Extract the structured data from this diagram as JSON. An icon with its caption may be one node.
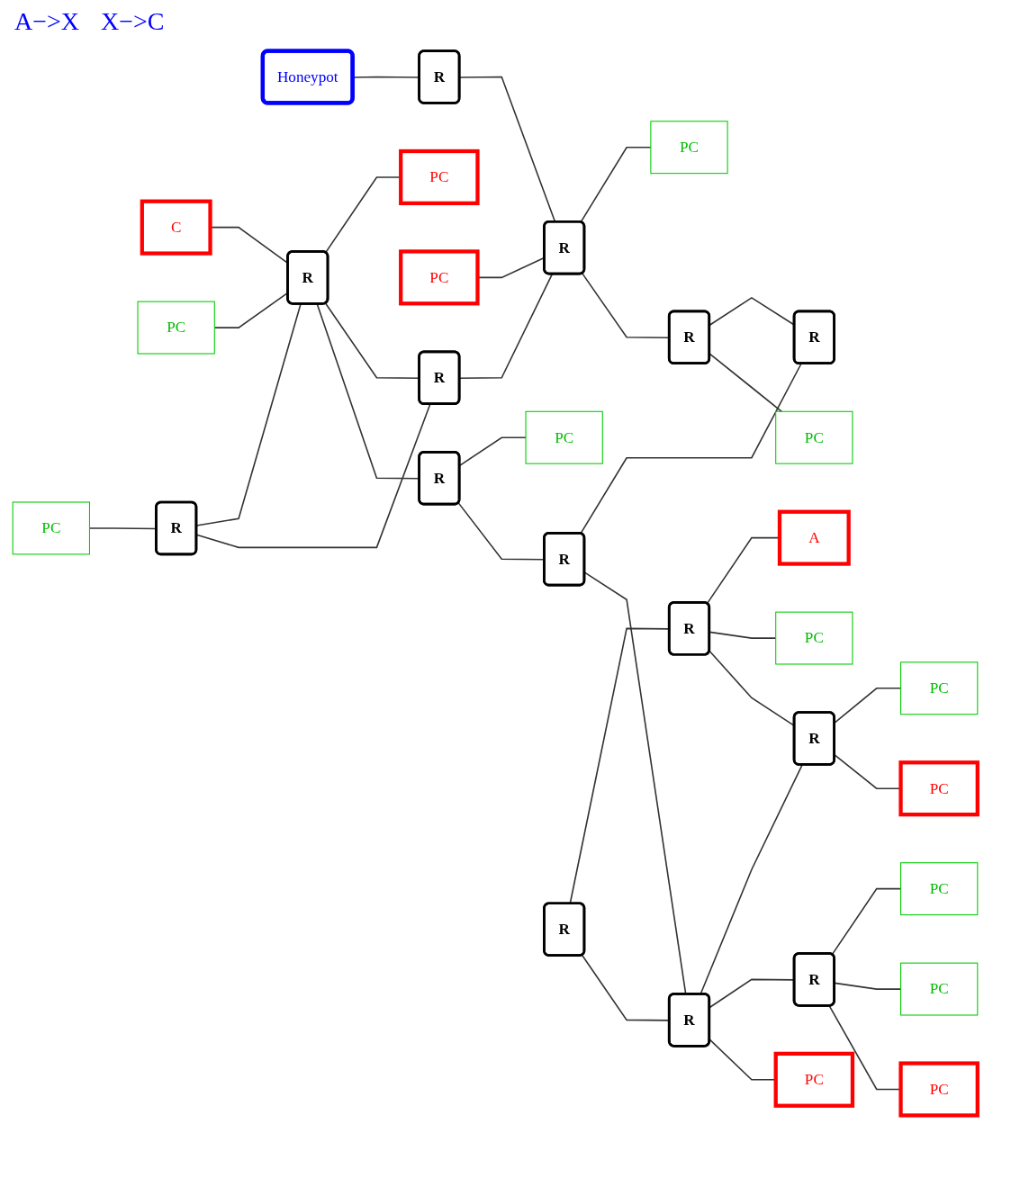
{
  "diagram": {
    "nodes": [
      {
        "text": [
          "Honeypot"
        ]
      },
      {
        "text": [
          "PC"
        ]
      },
      {
        "text": [
          "C"
        ]
      },
      {
        "text": [
          "PC"
        ]
      },
      {
        "text": [
          "PC"
        ]
      },
      {
        "text": [
          "R"
        ]
      },
      {
        "text": [
          "R"
        ]
      },
      {
        "text": [
          "R"
        ]
      },
      {
        "text": [
          "PC"
        ]
      },
      {
        "text": [
          "R"
        ]
      },
      {
        "text": [
          "PC"
        ]
      },
      {
        "text": [
          "R"
        ]
      },
      {
        "text": [
          "R"
        ]
      },
      {
        "text": [
          "R"
        ]
      },
      {
        "text": [
          "PC"
        ]
      },
      {
        "text": [
          "A"
        ]
      },
      {
        "text": [
          "R"
        ]
      },
      {
        "text": [
          "R"
        ]
      },
      {
        "text": [
          "R"
        ]
      },
      {
        "text": [
          "R"
        ]
      },
      {
        "text": [
          "PC"
        ]
      },
      {
        "text": [
          "R"
        ]
      },
      {
        "text": [
          "R"
        ]
      },
      {
        "text": [
          "R"
        ]
      },
      {
        "text": [
          "PC"
        ]
      },
      {
        "text": [
          "PC"
        ]
      },
      {
        "text": [
          "PC"
        ]
      },
      {
        "text": [
          "PC"
        ]
      },
      {
        "text": [
          "PC"
        ]
      },
      {
        "text": [
          "PC"
        ]
      },
      {
        "text": [
          "PC"
        ]
      }
    ],
    "edges": [
      {
        "from": 0,
        "to": 7,
        "arrow": "none"
      },
      {
        "from": 1,
        "to": 6,
        "arrow": "none"
      },
      {
        "from": 2,
        "to": 5,
        "arrow": "none"
      },
      {
        "from": 3,
        "to": 5,
        "arrow": "none"
      },
      {
        "from": 5,
        "to": 4,
        "arrow": "none"
      },
      {
        "from": 6,
        "to": 5,
        "arrow": "none"
      },
      {
        "from": 6,
        "to": 9,
        "arrow": "none"
      },
      {
        "from": 5,
        "to": 9,
        "arrow": "none"
      },
      {
        "from": 5,
        "to": 12,
        "arrow": "none"
      },
      {
        "from": 7,
        "to": 11,
        "arrow": "none"
      },
      {
        "from": 9,
        "to": 11,
        "arrow": "none"
      },
      {
        "from": 8,
        "to": 11,
        "arrow": "none"
      },
      {
        "from": 11,
        "to": 14,
        "arrow": "none"
      },
      {
        "from": 11,
        "to": 17,
        "arrow": "none"
      },
      {
        "from": 12,
        "to": 10,
        "arrow": "none"
      },
      {
        "from": 12,
        "to": 13,
        "arrow": "none"
      },
      {
        "from": 13,
        "to": 18,
        "arrow": "none"
      },
      {
        "from": 13,
        "to": 21,
        "arrow": "none"
      },
      {
        "from": 17,
        "to": 18,
        "arrow": "none"
      },
      {
        "from": 17,
        "to": 20,
        "arrow": "none"
      },
      {
        "from": 16,
        "to": 19,
        "arrow": "none"
      },
      {
        "from": 16,
        "to": 21,
        "arrow": "none"
      },
      {
        "from": 19,
        "to": 15,
        "arrow": "none"
      },
      {
        "from": 19,
        "to": 24,
        "arrow": "none"
      },
      {
        "from": 19,
        "to": 22,
        "arrow": "none"
      },
      {
        "from": 21,
        "to": 22,
        "arrow": "none"
      },
      {
        "from": 21,
        "to": 23,
        "arrow": "none"
      },
      {
        "from": 21,
        "to": 29,
        "arrow": "none"
      },
      {
        "from": 22,
        "to": 30,
        "arrow": "none"
      },
      {
        "from": 22,
        "to": 26,
        "arrow": "none"
      },
      {
        "from": 23,
        "to": 25,
        "arrow": "none"
      },
      {
        "from": 23,
        "to": 27,
        "arrow": "none"
      },
      {
        "from": 23,
        "to": 28,
        "arrow": "none"
      }
    ],
    "labels": [
      "A−>X",
      "X−>C"
    ]
  }
}
